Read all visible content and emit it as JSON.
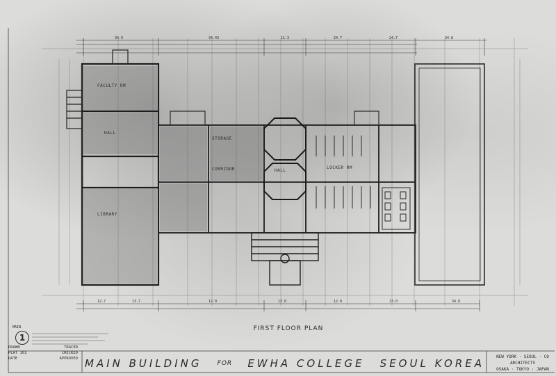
{
  "drawing": {
    "plan_title": "FIRST FLOOR PLAN",
    "title_parts": {
      "main_building": "MAIN BUILDING",
      "for": "FOR",
      "ewha_college": "EWHA COLLEGE",
      "location": "SEOUL KOREA"
    },
    "architect_block": {
      "line1": "NEW YORK · SEOUL · CO",
      "line2": "ARCHITECTS",
      "line3": "OSAKA · TOKYO · JAPAN"
    },
    "sheet_badge": {
      "label": "MAIN",
      "number": "1"
    },
    "sheet_block": {
      "rows": [
        {
          "left": "DRAWN",
          "right": "TRACED"
        },
        {
          "left": "PLAT 101",
          "right": "CHECKED"
        },
        {
          "left": "DATE",
          "right": "APPROVED"
        }
      ]
    }
  },
  "rooms": {
    "r1": "FACULTY RM",
    "r2": "HALL",
    "r3": "LIBRARY",
    "r4": "CORRIDOR",
    "r5": "STORAGE",
    "r6": "LOCKER RM",
    "r7": "HALL"
  },
  "dimensions": {
    "top": [
      "34.9",
      "34.43",
      "11.3",
      "24.7",
      "24.7",
      "34.8"
    ],
    "bottom": [
      "12.7",
      "13.7",
      "12.0",
      "13.0",
      "12.0",
      "13.0",
      "34.8"
    ]
  }
}
